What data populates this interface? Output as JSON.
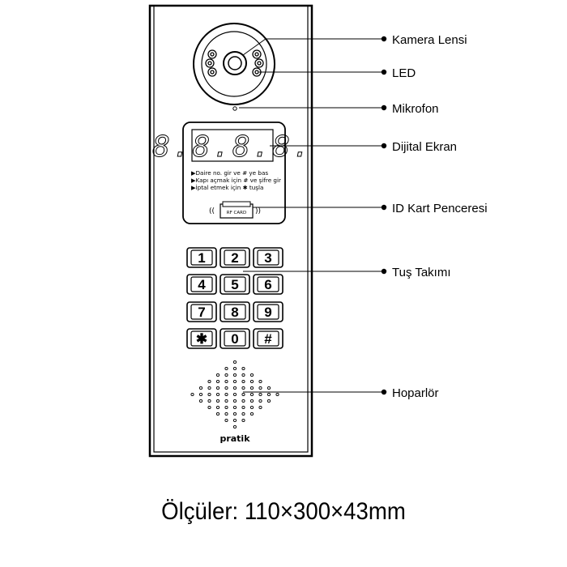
{
  "panel": {
    "screen_digits": "8.8.8.8.",
    "instructions": [
      "▶Daire no. gir ve # ye bas",
      "▶Kapı açmak için # ve şifre gir",
      "▶İptal etmek için ✱ tuşla"
    ],
    "rf_card_label": "RF CARD",
    "keypad_keys": [
      "1",
      "2",
      "3",
      "4",
      "5",
      "6",
      "7",
      "8",
      "9",
      "✱",
      "0",
      "#"
    ],
    "brand": "pratik"
  },
  "callouts": [
    {
      "id": "camera-lens",
      "label": "Kamera Lensi"
    },
    {
      "id": "led",
      "label": "LED"
    },
    {
      "id": "microphone",
      "label": "Mikrofon"
    },
    {
      "id": "digital-display",
      "label": "Dijital Ekran"
    },
    {
      "id": "id-card-window",
      "label": "ID Kart Penceresi"
    },
    {
      "id": "keypad",
      "label": "Tuş Takımı"
    },
    {
      "id": "speaker",
      "label": "Hoparlör"
    }
  ],
  "dimensions_text": "Ölçüler: 110×300×43mm"
}
